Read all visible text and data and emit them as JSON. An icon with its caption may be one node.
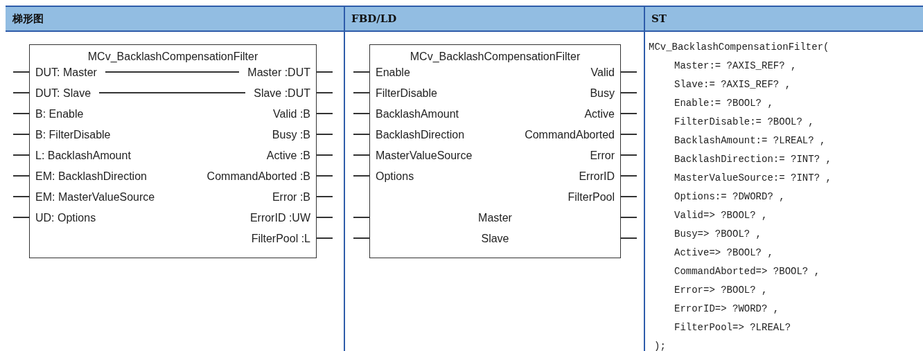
{
  "diagram": {
    "nodes": [
      {
        "text": [
          "MCv_BacklashCompensationFilter",
          "DUT: Master",
          "Master :DUT",
          "DUT: Slave",
          "Slave :DUT",
          "B: Enable",
          "Valid :B",
          "B: FilterDisable",
          "Busy :B",
          "L: BacklashAmount",
          "Active :B",
          "EM: BacklashDirection",
          "CommandAborted :B",
          "EM: MasterValueSource",
          "Error :B",
          "UD: Options",
          "ErrorID :UW",
          "FilterPool :L"
        ]
      },
      {
        "text": [
          "MCv_BacklashCompensationFilter",
          "Enable",
          "Valid",
          "FilterDisable",
          "Busy",
          "BacklashAmount",
          "Active",
          "BacklashDirection",
          "CommandAborted",
          "MasterValueSource",
          "Error",
          "Options",
          "ErrorID",
          "FilterPool",
          "Master",
          "Slave"
        ]
      }
    ],
    "labels": [
      "梯形图",
      "FBD/LD",
      "ST",
      "MCv_BacklashCompensationFilter(",
      "Master:= ?AXIS_REF? ,",
      "Slave:= ?AXIS_REF? ,",
      "Enable:= ?BOOL? ,",
      "FilterDisable:= ?BOOL? ,",
      "BacklashAmount:= ?LREAL? ,",
      "BacklashDirection:= ?INT? ,",
      "MasterValueSource:= ?INT? ,",
      "Options:= ?DWORD? ,",
      "Valid=> ?BOOL? ,",
      "Busy=> ?BOOL? ,",
      "Active=> ?BOOL? ,",
      "CommandAborted=> ?BOOL? ,",
      "Error=> ?BOOL? ,",
      "ErrorID=> ?WORD? ,",
      "FilterPool=> ?LREAL?",
      ");"
    ]
  }
}
